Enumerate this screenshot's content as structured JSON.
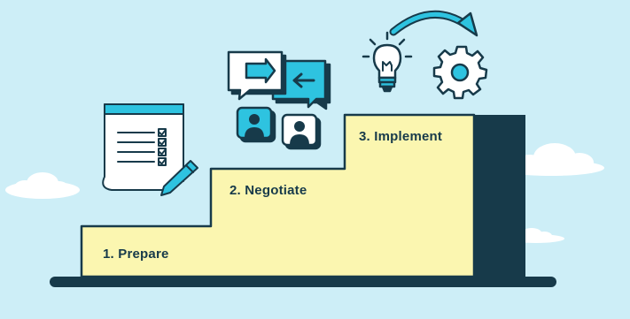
{
  "steps": [
    {
      "number": "1",
      "label": "1. Prepare"
    },
    {
      "number": "2",
      "label": "2. Negotiate"
    },
    {
      "number": "3",
      "label": "3. Implement"
    }
  ],
  "colors": {
    "background": "#cdeef7",
    "step_fill": "#fbf6b0",
    "outline": "#173a4a",
    "accent": "#2ec3e0",
    "cloud": "#ffffff"
  },
  "icons": {
    "prepare": "checklist-with-pencil-icon",
    "negotiate": "speech-bubbles-with-people-icon",
    "implement": "lightbulb-to-gear-icon"
  }
}
